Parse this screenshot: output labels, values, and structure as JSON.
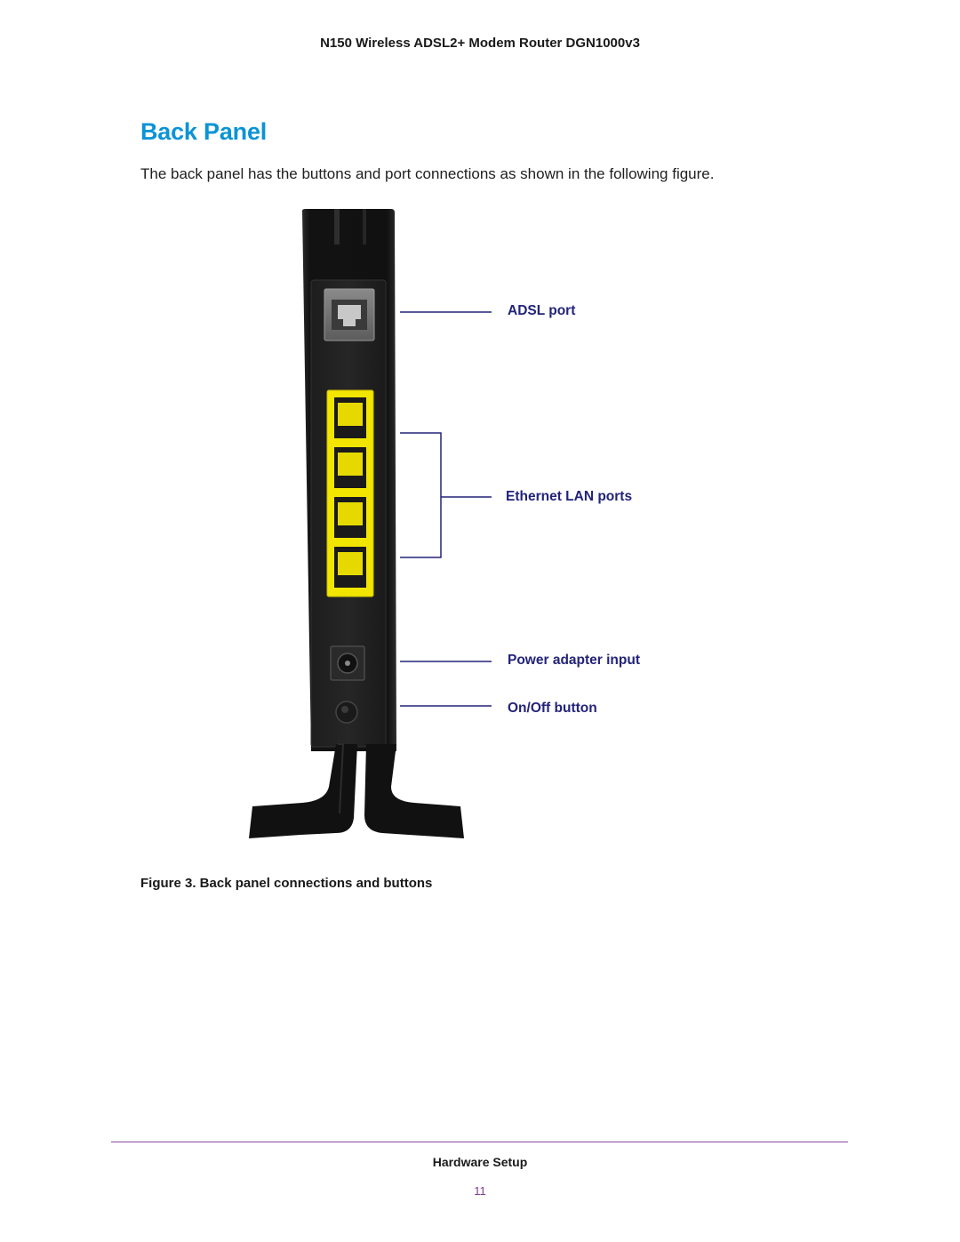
{
  "header": {
    "running_title": "N150 Wireless ADSL2+ Modem Router DGN1000v3"
  },
  "section": {
    "title": "Back Panel",
    "intro": "The back panel has the buttons and port connections as shown in the following figure."
  },
  "figure": {
    "callouts": {
      "adsl_port": "ADSL port",
      "lan_ports": "Ethernet LAN ports",
      "power_input": "Power adapter input",
      "onoff_button": "On/Off button"
    },
    "lan_port_count": 4,
    "caption": "Figure 3. Back panel connections and buttons",
    "colors": {
      "callout_text": "#23237a",
      "callout_line": "#23237a",
      "router_body": "#141414",
      "lan_port": "#f2e600"
    }
  },
  "footer": {
    "section_name": "Hardware Setup",
    "page_number": "11"
  },
  "colors": {
    "heading": "#0b93d6",
    "rule": "#8a4b9c",
    "page_number": "#7a3d8f"
  }
}
